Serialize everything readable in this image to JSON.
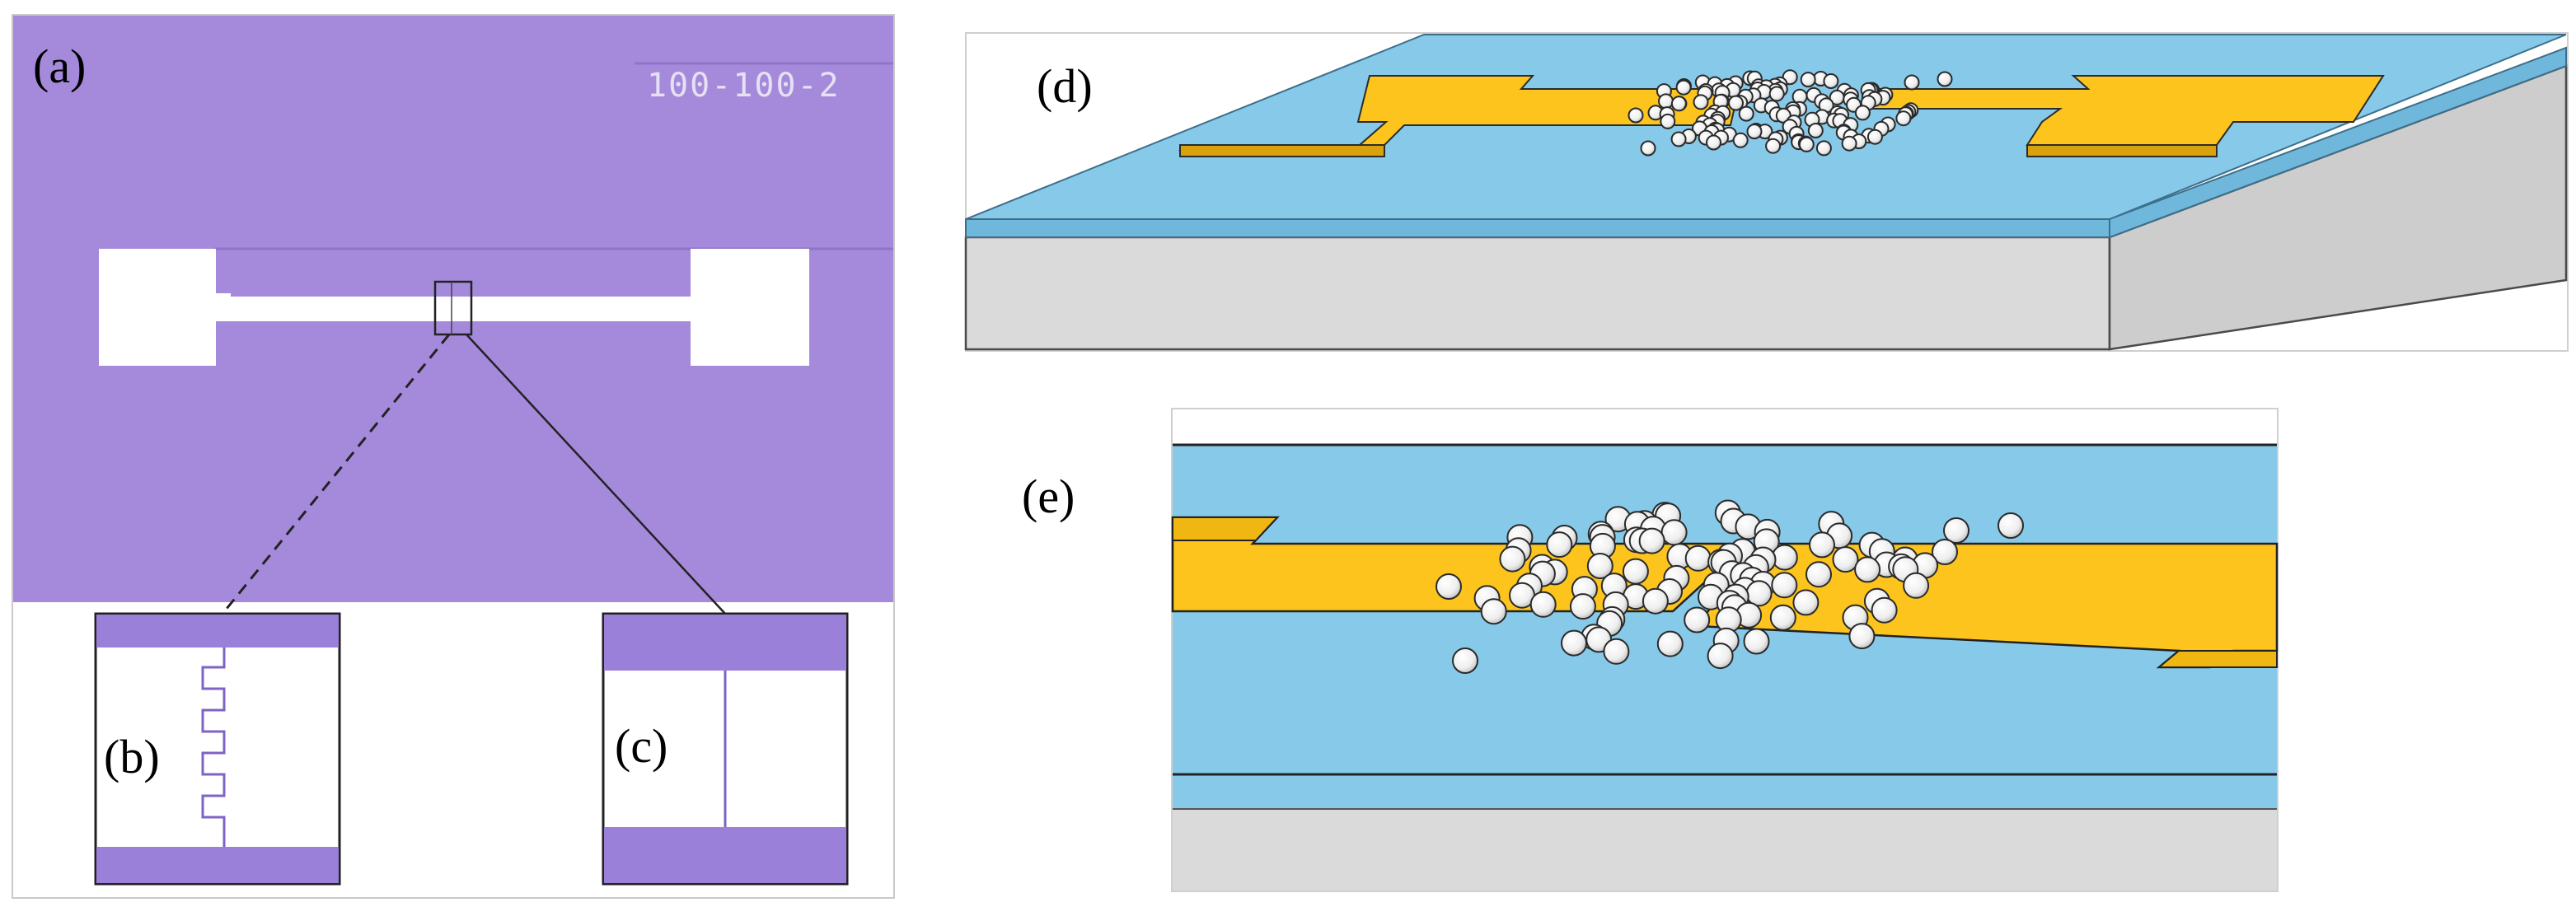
{
  "panels": {
    "a": {
      "label": "(a)",
      "chip_code": "100-100-2"
    },
    "b": {
      "label": "(b)"
    },
    "c": {
      "label": "(c)"
    },
    "d": {
      "label": "(d)"
    },
    "e": {
      "label": "(e)"
    }
  },
  "colors": {
    "chip_purple": "#a58adc",
    "inset_purple": "#9a80d8",
    "electrode_white": "#ffffff",
    "gold": "#fcc41c",
    "gold_edge": "#d9a20c",
    "substrate_blue": "#86c9e9",
    "substrate_gray": "#dadada",
    "particle": "#f2f2f2"
  },
  "icons": {
    "particle": "sphere-particle-icon"
  }
}
